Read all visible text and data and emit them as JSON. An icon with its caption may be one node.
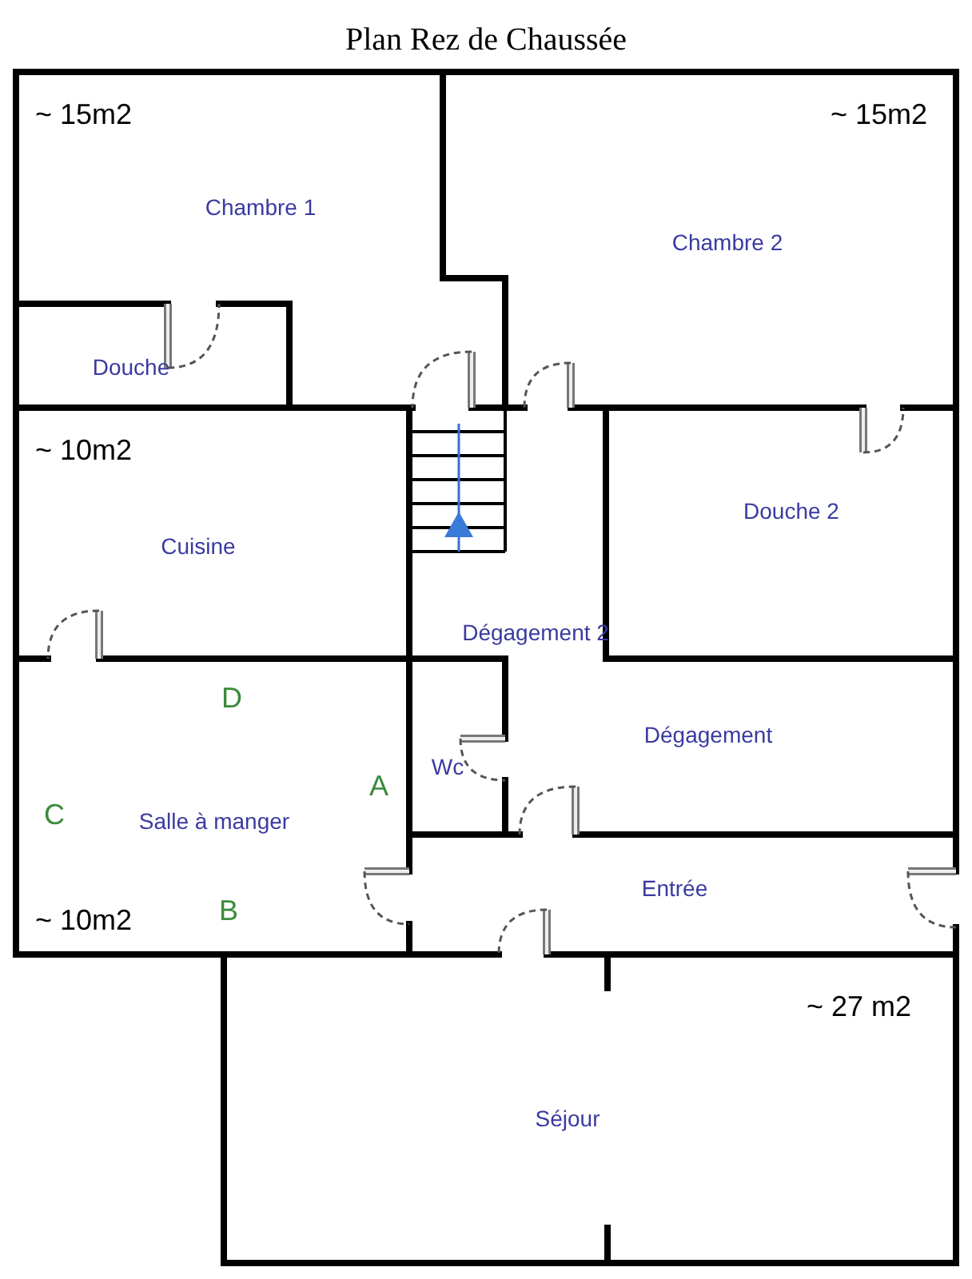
{
  "diagram": {
    "title": "Plan Rez de Chaussée",
    "labels": [
      "~ 15m2",
      "~ 15m2",
      "Chambre 1",
      "Chambre 2",
      "Douche",
      "~ 10m2",
      "Douche 2",
      "Cuisine",
      "Dégagement 2",
      "D",
      "Dégagement",
      "Wc",
      "A",
      "C",
      "Salle à manger",
      "Entrée",
      "~ 10m2",
      "B",
      "~ 27 m2",
      "Séjour"
    ]
  }
}
